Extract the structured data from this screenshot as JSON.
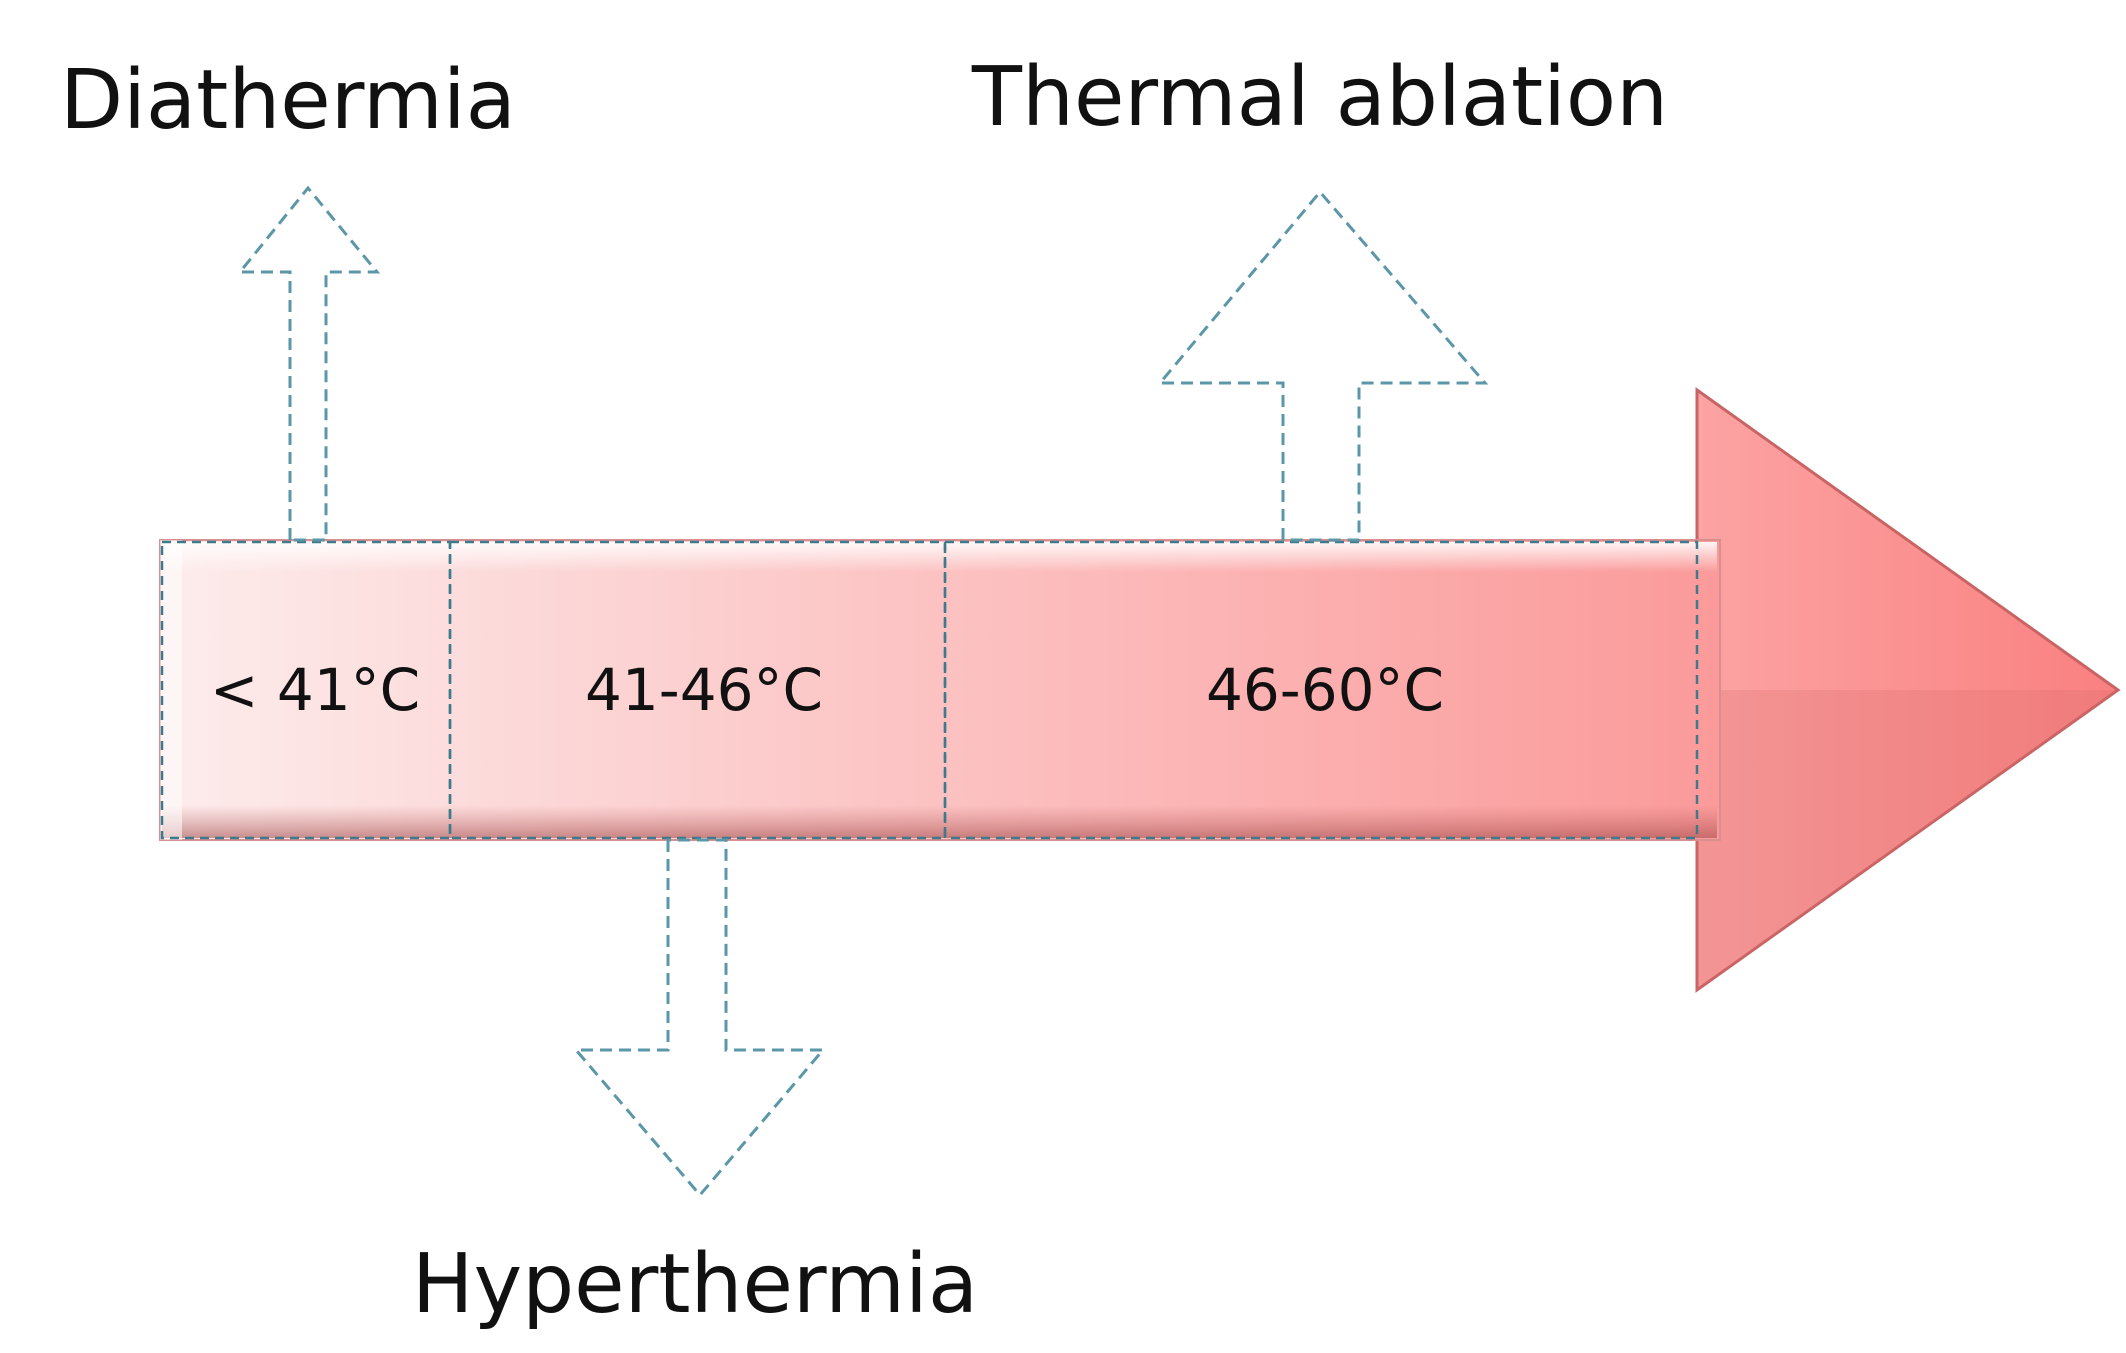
{
  "diagram": {
    "categories": [
      {
        "name": "Diathermia",
        "range_label": "< 41°C"
      },
      {
        "name": "Hyperthermia",
        "range_label": "41-46°C"
      },
      {
        "name": "Thermal ablation",
        "range_label": "46-60°C"
      }
    ],
    "colors": {
      "arrow_light": "#fde8e8",
      "arrow_mid": "#fdb9b9",
      "arrow_dark": "#fb8a8a",
      "arrow_edge": "#c96464",
      "dashed_outline": "#5b97a8",
      "text": "#111111"
    }
  }
}
